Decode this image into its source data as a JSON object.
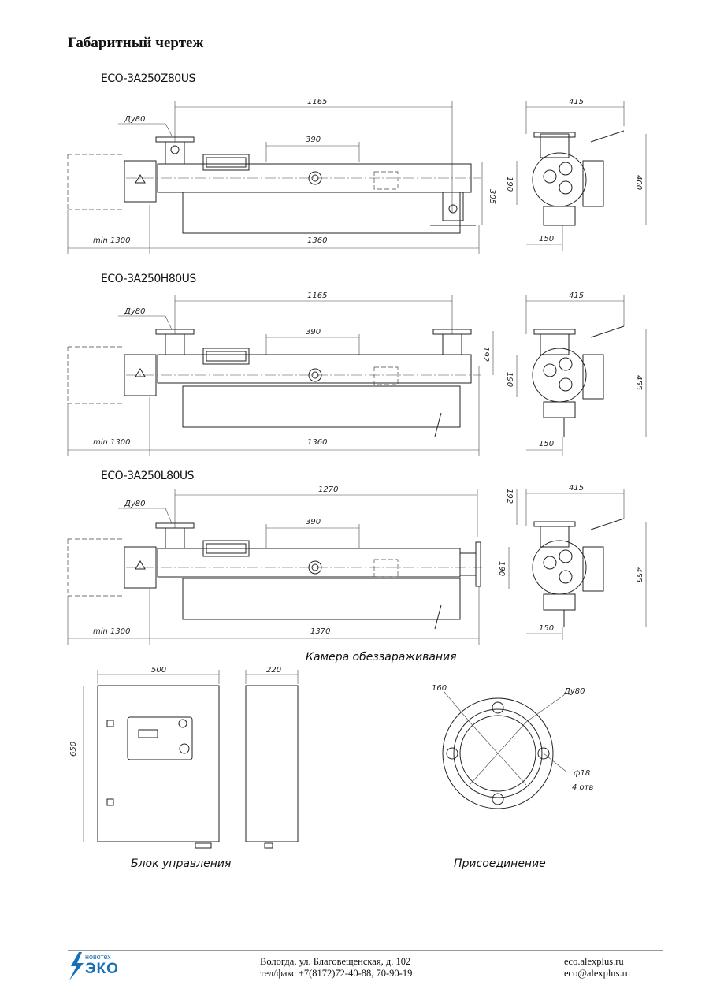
{
  "heading": "Габаритный чертеж",
  "models": [
    {
      "name": "ECO-3A250Z80US",
      "dims": {
        "total": "1165",
        "spacing": "390",
        "dn": "Ду80",
        "min": "min 1300",
        "length": "1360",
        "side_h": "305",
        "side_w": "415",
        "side_flange": "190",
        "side_total": "400",
        "side_base": "150"
      }
    },
    {
      "name": "ECO-3A250H80US",
      "dims": {
        "total": "1165",
        "spacing": "390",
        "dn": "Ду80",
        "min": "min 1300",
        "length": "1360",
        "side_h": "192",
        "side_w": "415",
        "side_flange": "190",
        "side_total": "455",
        "side_base": "150"
      }
    },
    {
      "name": "ECO-3A250L80US",
      "dims": {
        "total": "1270",
        "spacing": "390",
        "dn": "Ду80",
        "min": "min 1300",
        "length": "1370",
        "side_h": "192",
        "side_w": "415",
        "side_flange": "190",
        "side_total": "455",
        "side_base": "150"
      }
    }
  ],
  "chamber_caption": "Камера обеззараживания",
  "control_box": {
    "width": "500",
    "depth": "220",
    "height": "650",
    "caption": "Блок управления"
  },
  "connection": {
    "pcd": "160",
    "dn": "Ду80",
    "hole": "ф18",
    "holes_count": "4 отв",
    "caption": "Присоединение"
  },
  "footer": {
    "logo_top": "новотех",
    "logo_main": "ЭКО",
    "address_line1": "Вологда, ул. Благовещенская, д. 102",
    "address_line2": "тел/факс +7(8172)72-40-88, 70-90-19",
    "web": "eco.alexplus.ru",
    "email": "eco@alexplus.ru"
  },
  "colors": {
    "brand": "#1570b8",
    "line": "#222222"
  }
}
